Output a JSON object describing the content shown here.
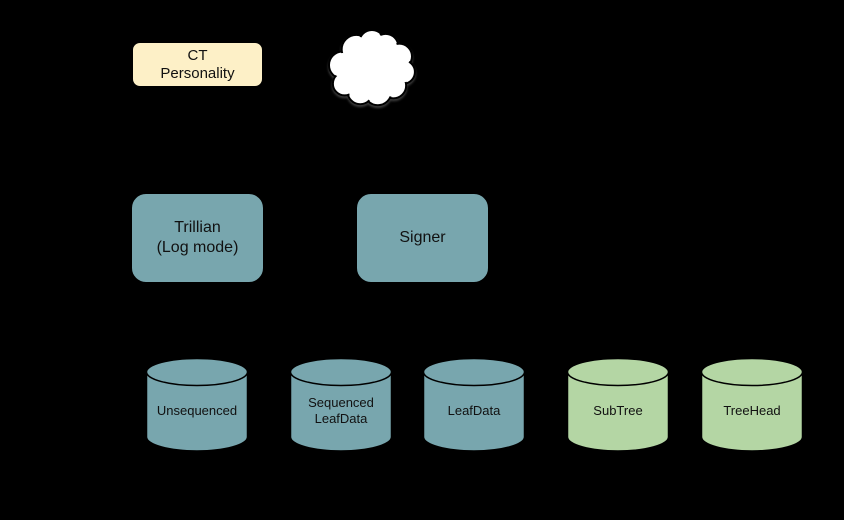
{
  "canvas": {
    "background": "#000000"
  },
  "colors": {
    "node_cream": "#fdf0c7",
    "node_teal": "#78a6ae",
    "node_green": "#b4d6a4",
    "cloud_white": "#ffffff",
    "outline": "#000000",
    "text": "#111111"
  },
  "nodes": {
    "ct_personality": {
      "label": "CT\nPersonality",
      "fill": "#fdf0c7"
    },
    "trillian": {
      "label": "Trillian\n(Log mode)",
      "fill": "#78a6ae"
    },
    "signer": {
      "label": "Signer",
      "fill": "#78a6ae"
    },
    "cloud": {
      "fill": "#ffffff"
    }
  },
  "databases": [
    {
      "label": "Unsequenced",
      "fill": "#78a6ae"
    },
    {
      "label": "Sequenced\nLeafData",
      "fill": "#78a6ae"
    },
    {
      "label": "LeafData",
      "fill": "#78a6ae"
    },
    {
      "label": "SubTree",
      "fill": "#b4d6a4"
    },
    {
      "label": "TreeHead",
      "fill": "#b4d6a4"
    }
  ]
}
